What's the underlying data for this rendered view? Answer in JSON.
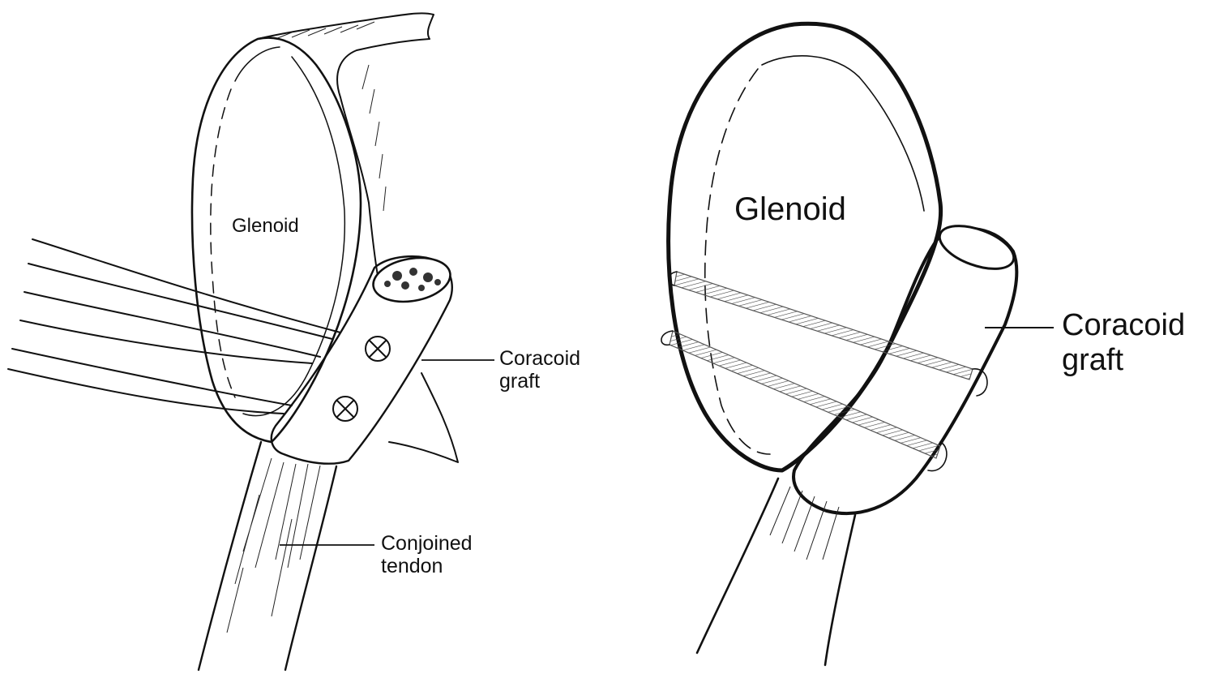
{
  "left_panel": {
    "glenoid_label": "Glenoid",
    "graft_label_line1": "Coracoid",
    "graft_label_line2": "graft",
    "tendon_label_line1": "Conjoined",
    "tendon_label_line2": "tendon"
  },
  "right_panel": {
    "glenoid_label": "Glenoid",
    "graft_label_line1": "Coracoid",
    "graft_label_line2": "graft"
  }
}
